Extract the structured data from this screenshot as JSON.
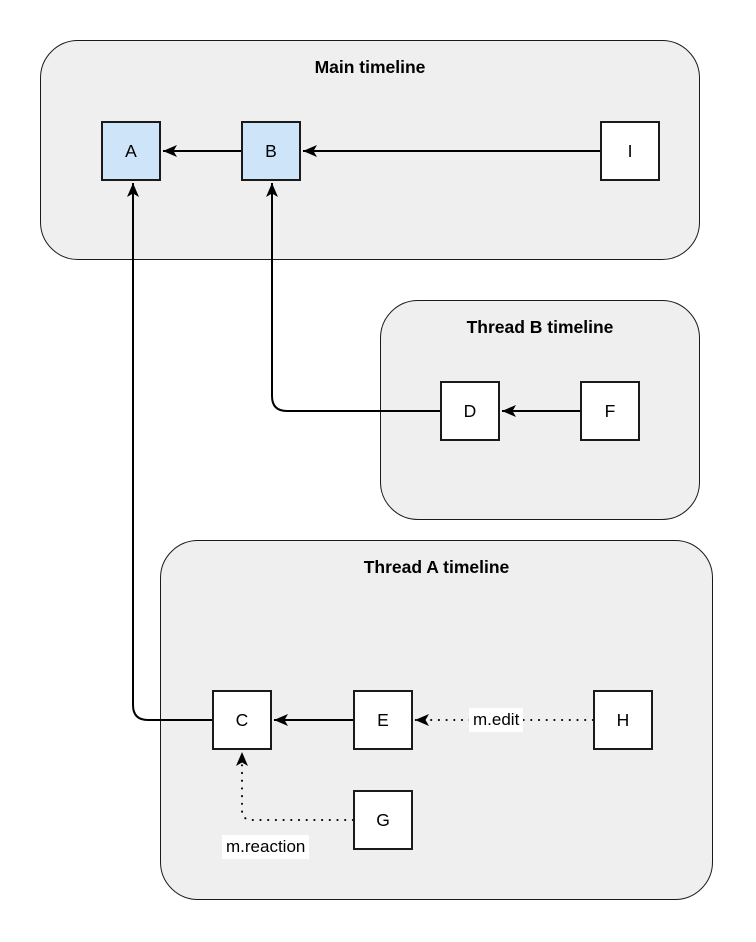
{
  "diagram": {
    "containers": [
      {
        "id": "main-timeline",
        "title": "Main timeline"
      },
      {
        "id": "thread-b-timeline",
        "title": "Thread B timeline"
      },
      {
        "id": "thread-a-timeline",
        "title": "Thread A timeline"
      }
    ],
    "nodes": {
      "A": {
        "label": "A",
        "container": "main-timeline",
        "fill": "highlighted"
      },
      "B": {
        "label": "B",
        "container": "main-timeline",
        "fill": "highlighted"
      },
      "I": {
        "label": "I",
        "container": "main-timeline",
        "fill": "plain"
      },
      "D": {
        "label": "D",
        "container": "thread-b-timeline",
        "fill": "plain"
      },
      "F": {
        "label": "F",
        "container": "thread-b-timeline",
        "fill": "plain"
      },
      "C": {
        "label": "C",
        "container": "thread-a-timeline",
        "fill": "plain"
      },
      "E": {
        "label": "E",
        "container": "thread-a-timeline",
        "fill": "plain"
      },
      "H": {
        "label": "H",
        "container": "thread-a-timeline",
        "fill": "plain"
      },
      "G": {
        "label": "G",
        "container": "thread-a-timeline",
        "fill": "plain"
      }
    },
    "edges": [
      {
        "from": "B",
        "to": "A",
        "style": "solid",
        "label": ""
      },
      {
        "from": "I",
        "to": "B",
        "style": "solid",
        "label": ""
      },
      {
        "from": "F",
        "to": "D",
        "style": "solid",
        "label": ""
      },
      {
        "from": "D",
        "to": "B",
        "style": "solid",
        "label": ""
      },
      {
        "from": "E",
        "to": "C",
        "style": "solid",
        "label": ""
      },
      {
        "from": "C",
        "to": "A",
        "style": "solid",
        "label": ""
      },
      {
        "from": "H",
        "to": "E",
        "style": "dotted",
        "label": "m.edit"
      },
      {
        "from": "G",
        "to": "C",
        "style": "dotted",
        "label": "m.reaction"
      }
    ],
    "edge_labels": {
      "edit": "m.edit",
      "reaction": "m.reaction"
    },
    "colors": {
      "container_fill": "#efefef",
      "container_border": "#1a1a1a",
      "node_fill_highlight": "#cde4f9",
      "node_fill_plain": "#ffffff",
      "node_border": "#1a1a1a",
      "edge_line": "#000000",
      "canvas_background": "#ffffff"
    }
  }
}
